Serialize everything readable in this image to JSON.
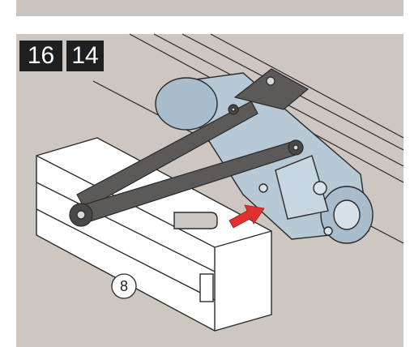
{
  "header": {
    "badges": [
      "16",
      "14"
    ]
  },
  "illustration": {
    "callout_number": "8",
    "subject": "door-closer-arm-assembly",
    "arrow_color": "#e0302f",
    "arm_color": "#5c5a58",
    "body_color": "#b8c9d6"
  }
}
